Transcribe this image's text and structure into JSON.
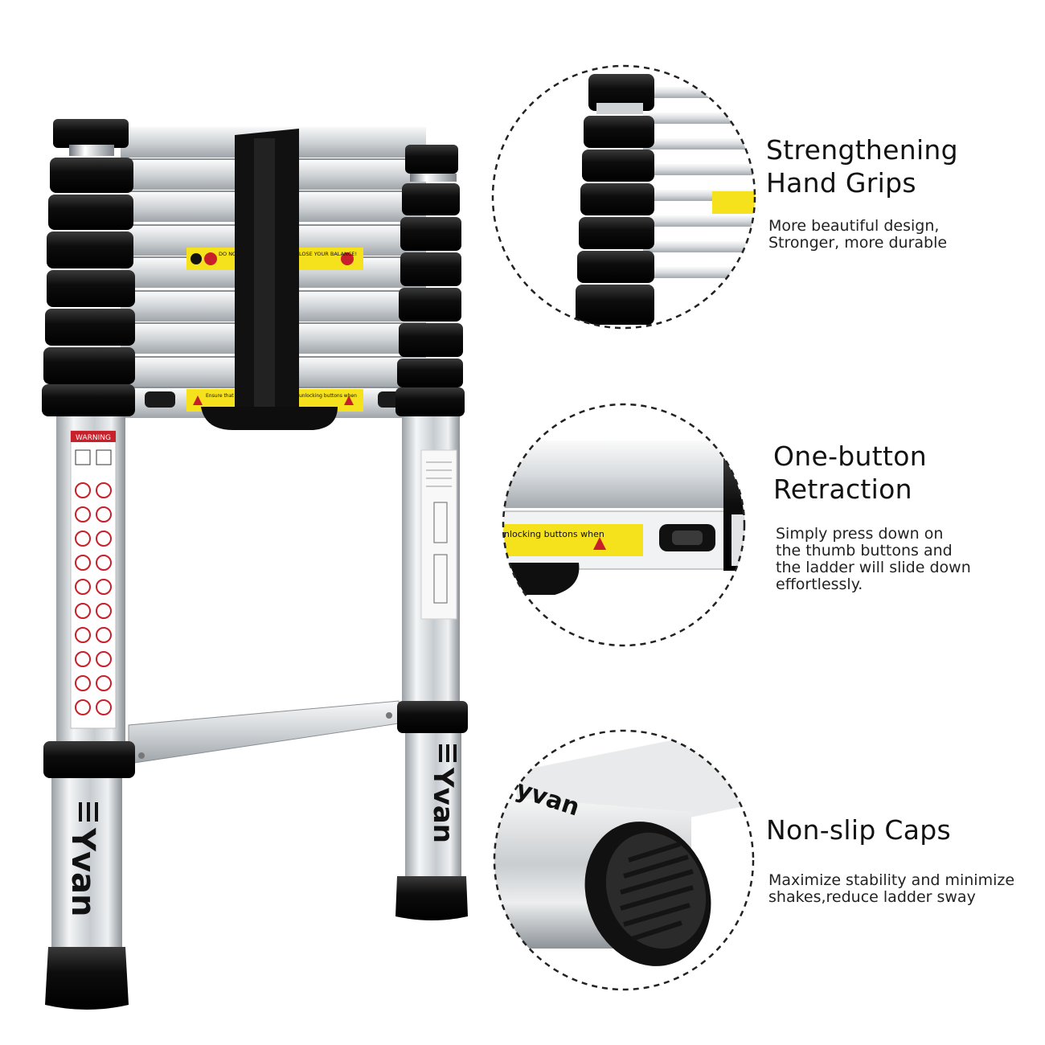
{
  "brand": {
    "name": "Yvan",
    "circle_brand_fragment": "yvan"
  },
  "warning_label": {
    "heading": "WARNING"
  },
  "step_labels": {
    "left": "DO NOT STAND ON OR ABOVE",
    "right": "LOSE YOUR BALANCE!",
    "bottom_left": "Ensure that your arms and fingers",
    "bottom_right": "unlocking buttons when",
    "circle": "unlocking buttons when"
  },
  "features": [
    {
      "title_lines": [
        "Strengthening",
        "Hand Grips"
      ],
      "desc_lines": [
        "More beautiful design,",
        "Stronger, more durable"
      ]
    },
    {
      "title_lines": [
        "One-button",
        "Retraction"
      ],
      "desc_lines": [
        "Simply press down on",
        "the thumb buttons and",
        "the ladder will slide down",
        "effortlessly."
      ]
    },
    {
      "title_lines": [
        "Non-slip Caps"
      ],
      "desc_lines": [
        "Maximize stability and minimize",
        "shakes,reduce ladder sway"
      ]
    }
  ],
  "colors": {
    "label_yellow": "#f5e11c",
    "warning_red": "#c8202a",
    "cap_black": "#111111",
    "aluminium": "#d9dde0",
    "dash": "#222222"
  },
  "rung_count": 8
}
